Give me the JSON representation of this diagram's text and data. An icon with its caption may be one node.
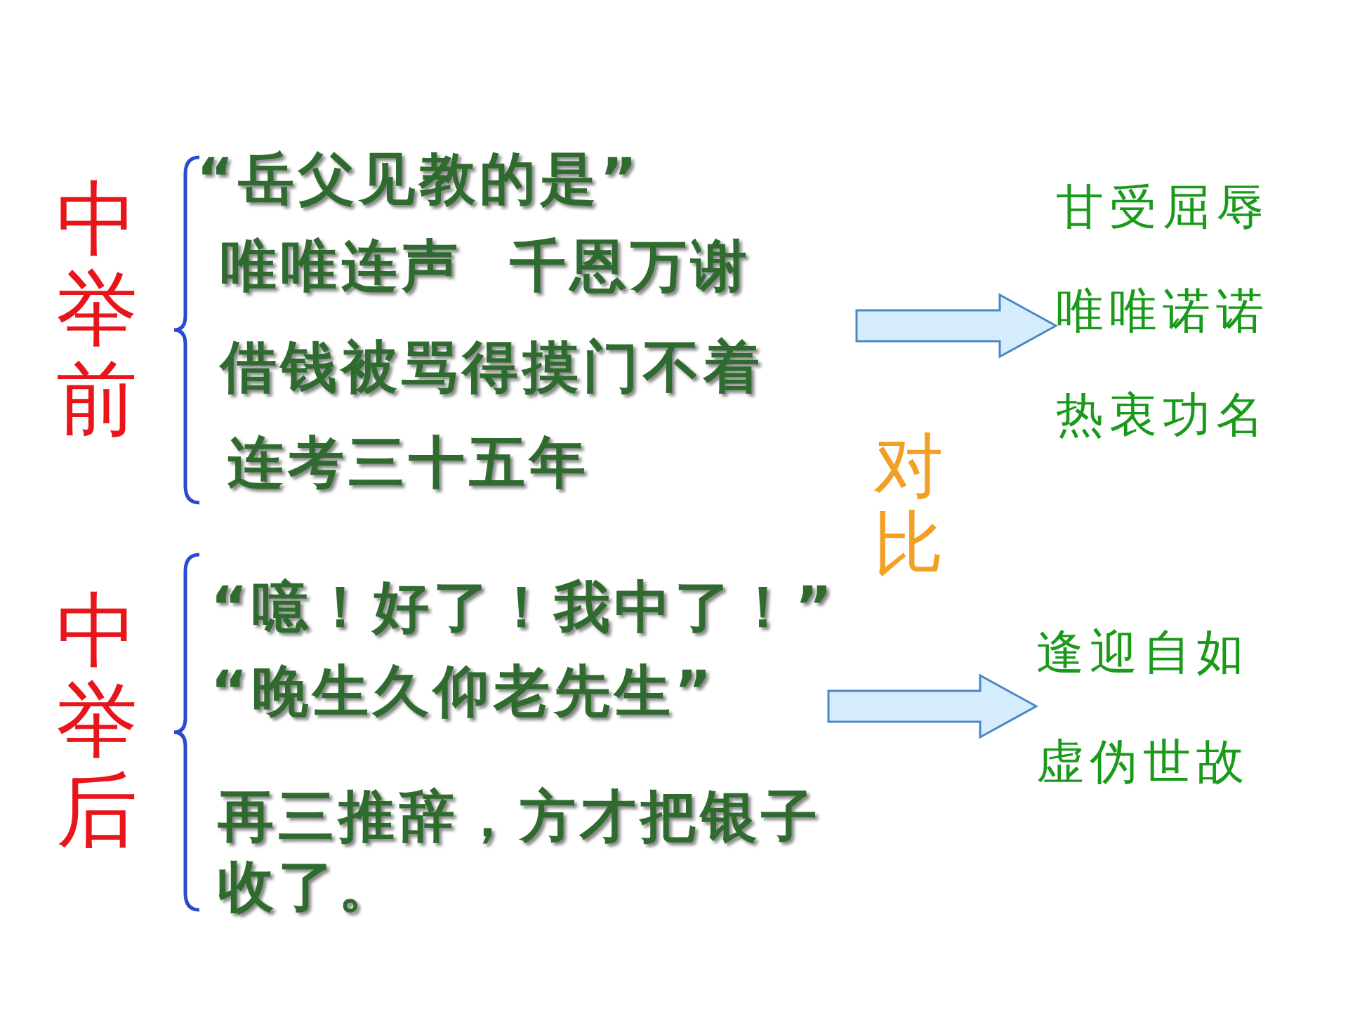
{
  "diagram": {
    "nodes": [
      {
        "text": [
          "“岳父见教的是”",
          "唯唯连声  千恩万谢",
          "借钱被骂得摸门不着",
          "连考三十五年"
        ],
        "beside": [
          "中举前"
        ]
      },
      {
        "text": [
          "甘受屈辱",
          "唯唯诺诺",
          "热衷功名"
        ]
      },
      {
        "text": [
          "“噫！好了！我中了！”",
          "“晚生久仰老先生”",
          "再三推辞，方才把银子收了。"
        ],
        "beside": [
          "中举后"
        ]
      },
      {
        "text": [
          "逢迎自如",
          "虚伪世故"
        ]
      }
    ],
    "edges": [
      {
        "from": 0,
        "to": 1,
        "arrow": "to",
        "style": "thick"
      },
      {
        "from": 2,
        "to": 3,
        "arrow": "to",
        "style": "thick"
      }
    ],
    "labels": [
      "对比"
    ]
  }
}
